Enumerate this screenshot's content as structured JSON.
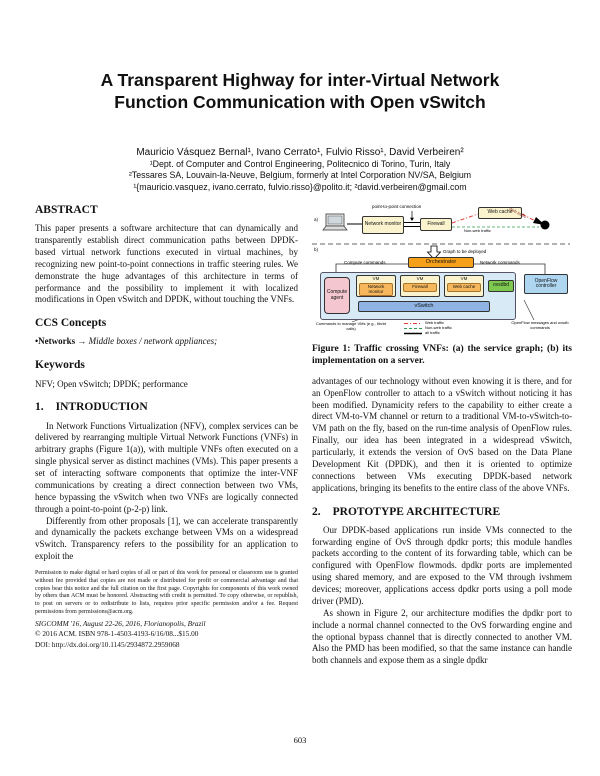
{
  "page": {
    "number": "603"
  },
  "header": {
    "title_line1": "A Transparent Highway for inter-Virtual Network",
    "title_line2": "Function Communication with Open vSwitch",
    "authors": "Mauricio Vásquez Bernal¹, Ivano Cerrato¹, Fulvio Risso¹, David Verbeiren²",
    "affil1": "¹Dept. of Computer and Control Engineering, Politecnico di Torino, Turin, Italy",
    "affil2": "²Tessares SA, Louvain-la-Neuve, Belgium, formerly at Intel Corporation NV/SA, Belgium",
    "emails": "¹{mauricio.vasquez, ivano.cerrato, fulvio.risso}@polito.it; ²david.verbeiren@gmail.com"
  },
  "abstract": {
    "heading": "ABSTRACT",
    "body": "This paper presents a software architecture that can dynamically and transparently establish direct communication paths between DPDK-based virtual network functions executed in virtual machines, by recognizing new point-to-point connections in traffic steering rules. We demonstrate the huge advantages of this architecture in terms of performance and the possibility to implement it with localized modifications in Open vSwitch and DPDK, without touching the VNFs."
  },
  "ccs": {
    "heading": "CCS Concepts",
    "bullet_bold": "•Networks",
    "arrow": " → ",
    "italic_part": "Middle boxes / network appliances;"
  },
  "keywords": {
    "heading": "Keywords",
    "body": "NFV; Open vSwitch; DPDK; performance"
  },
  "intro": {
    "num": "1.",
    "heading": "INTRODUCTION",
    "p1": "In Network Functions Virtualization (NFV), complex services can be delivered by rearranging multiple Virtual Network Functions (VNFs) in arbitrary graphs (Figure 1(a)), with multiple VNFs often executed on a single physical server as distinct machines (VMs). This paper presents a set of interacting software components that optimize the inter-VNF communications by creating a direct connection between two VMs, hence bypassing the vSwitch when two VNFs are logically connected through a point-to-point (p-2-p) link.",
    "p2": "Differently from other proposals [1], we can accelerate transparently and dynamically the packets exchange between VMs on a widespread vSwitch. Transparency refers to the possibility for an application to exploit the"
  },
  "footnote": {
    "permission": "Permission to make digital or hard copies of all or part of this work for personal or classroom use is granted without fee provided that copies are not made or distributed for profit or commercial advantage and that copies bear this notice and the full citation on the first page. Copyrights for components of this work owned by others than ACM must be honored. Abstracting with credit is permitted. To copy otherwise, or republish, to post on servers or to redistribute to lists, requires prior specific permission and/or a fee. Request permissions from permissions@acm.org.",
    "conference": "SIGCOMM '16, August 22-26, 2016, Florianopolis, Brazil",
    "copyright": "© 2016 ACM. ISBN 978-1-4503-4193-6/16/08...$15.00",
    "doi": "DOI: http://dx.doi.org/10.1145/2934872.2959068"
  },
  "figure": {
    "panel_a": "a)",
    "panel_b": "b)",
    "p2p_annotation": "point-to-point connection",
    "network_monitor": "Network monitor",
    "firewall": "Firewall",
    "web_cache": "Web cache",
    "web_traffic": "Web traffic",
    "nonweb_traffic": "Non-web traffic",
    "graph_deploy": "Graph to be deployed",
    "compute_commands": "Compute commands",
    "orchestrator": "Orchestrator",
    "network_commands": "Network commands",
    "compute_agent": "Compute agent",
    "vm_label": "VM",
    "vm1_app": "Network monitor",
    "vm2_app": "Firewall",
    "vm3_app": "Web cache",
    "ovsdb": "ovsdbd",
    "vswitch": "vSwitch",
    "openflow_controller": "OpenFlow controller",
    "legend_web": "Web traffic",
    "legend_nonweb": "Non-web traffic",
    "legend_all": "all traffic",
    "manage_vms_label": "Commands to manage VMs (e.g., libvirt calls)",
    "of_messages_label": "OpenFlow messages and ovsdb commands",
    "caption": "Figure 1: Traffic crossing VNFs: (a) the service graph; (b) its implementation on a server."
  },
  "col2": {
    "p1": "advantages of our technology without even knowing it is there, and for an OpenFlow controller to attach to a vSwitch without noticing it has been modified. Dynamicity refers to the capability to either create a direct VM-to-VM channel or return to a traditional VM-to-vSwitch-to-VM path on the fly, based on the run-time analysis of OpenFlow rules. Finally, our idea has been integrated in a widespread vSwitch, particularly, it extends the version of OvS based on the Data Plane Development Kit (DPDK), and then it is oriented to optimize connections between VMs executing DPDK-based network applications, bringing its benefits to the entire class of the above VNFs.",
    "sec2_num": "2.",
    "sec2_heading": "PROTOTYPE ARCHITECTURE",
    "p2": "Our DPDK-based applications run inside VMs connected to the forwarding engine of OvS through dpdkr ports; this module handles packets according to the content of its forwarding table, which can be configured with OpenFlow flowmods. dpdkr ports are implemented using shared memory, and are exposed to the VM through ivshmem devices; moreover, applications access dpdkr ports using a poll mode driver (PMD).",
    "p3": "As shown in Figure 2, our architecture modifies the dpdkr port to include a normal channel connected to the OvS forwarding engine and the optional bypass channel that is directly connected to another VM. Also the PMD has been modified, so that the same instance can handle both channels and expose them as a single dpdkr"
  },
  "colors": {
    "orchestrator_orange": "#f6a01a",
    "vm_inner_orange": "#f6b75d",
    "box_cream": "#faf3cd",
    "server_blue": "#d9eaf7",
    "agent_pink": "#f3c6d0",
    "ovsdb_green": "#7ec850",
    "controller_blue": "#aed6f1",
    "vswitch_blue": "#8fb4e3",
    "web_traffic_red": "#e53935",
    "nonweb_traffic_green": "#2e9e4f"
  }
}
